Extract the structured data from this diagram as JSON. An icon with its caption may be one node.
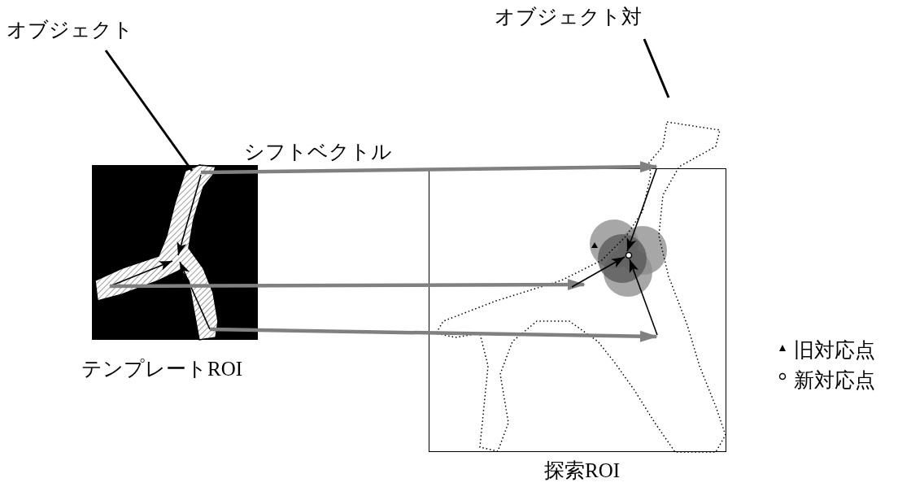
{
  "diagram": {
    "nodes": [
      {
        "text": [
          "テンプレートROI"
        ]
      },
      {
        "text": [
          "探索ROI"
        ]
      },
      {
        "text": [
          "オブジェクト"
        ]
      },
      {
        "text": [],
        "shape": "picture",
        "in": 0
      },
      {
        "text": [
          "オブジェクト対"
        ]
      },
      {
        "text": [],
        "shape": "picture"
      },
      {
        "text": [],
        "shape": "circle",
        "in": 1
      }
    ],
    "edges": [
      {
        "from": 2,
        "to": 3,
        "arrow": "none"
      },
      {
        "from": 4,
        "to": 5,
        "arrow": "none"
      },
      {
        "from": 3,
        "to": 5,
        "arrow": "to",
        "color": "#808080",
        "label": "シフトベクトル"
      },
      {
        "from": 3,
        "to": 5,
        "arrow": "to",
        "color": "#808080"
      },
      {
        "from": 3,
        "to": 5,
        "arrow": "to",
        "color": "#808080"
      },
      {
        "from": 5,
        "to": 6,
        "arrow": "to"
      },
      {
        "from": 5,
        "to": 6,
        "arrow": "to"
      },
      {
        "from": 5,
        "to": 6,
        "arrow": "to"
      }
    ],
    "legend": [
      {
        "text": "旧対応点"
      },
      {
        "text": "新対応点"
      }
    ]
  }
}
